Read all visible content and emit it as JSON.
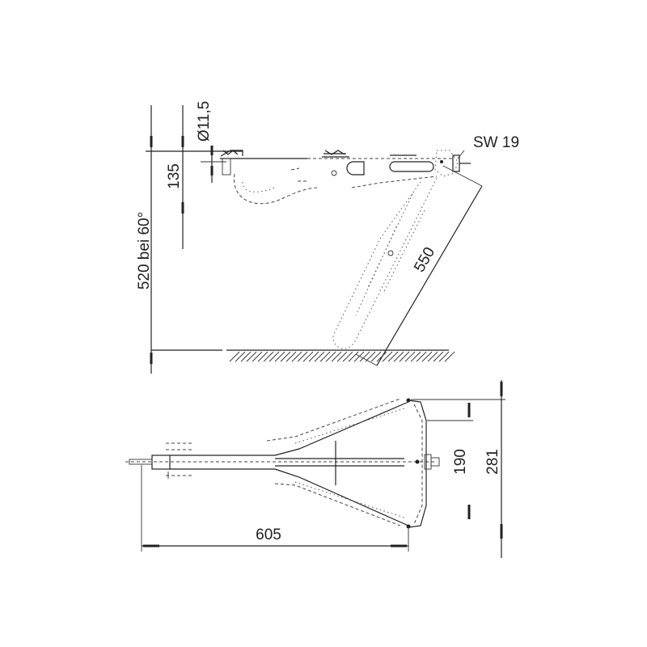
{
  "side_view": {
    "dim_height": "520 bei 60°",
    "dim_offset": "135",
    "dim_hole": "Ø11,5",
    "dim_wrench": "SW 19",
    "dim_leg_length": "550"
  },
  "top_view": {
    "dim_length": "605",
    "dim_inner_width": "190",
    "dim_outer_width": "281"
  },
  "colors": {
    "line": "#222222",
    "background": "#ffffff"
  }
}
